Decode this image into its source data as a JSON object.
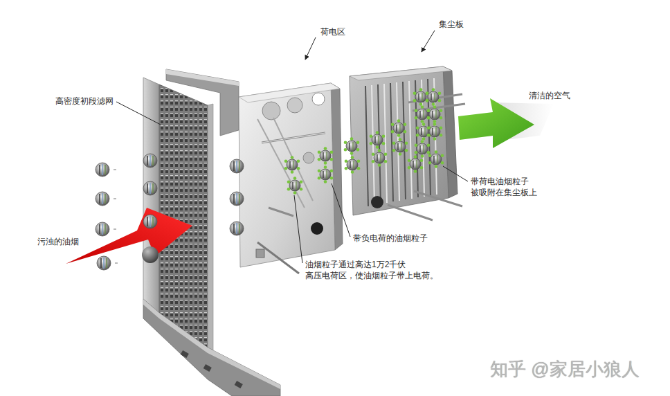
{
  "diagram": {
    "labels": [
      "荷电区",
      "集尘板",
      "高密度初段滤网",
      "清洁的空气",
      "带荷电油烟粒子 被吸附在集尘板上",
      "污浊的油烟",
      "带负电荷的油烟粒子",
      "油烟粒子通过高达1万2千伏 高压电荷区，使油烟粒子带上电荷。",
      "知乎 @家居小狼人"
    ]
  }
}
